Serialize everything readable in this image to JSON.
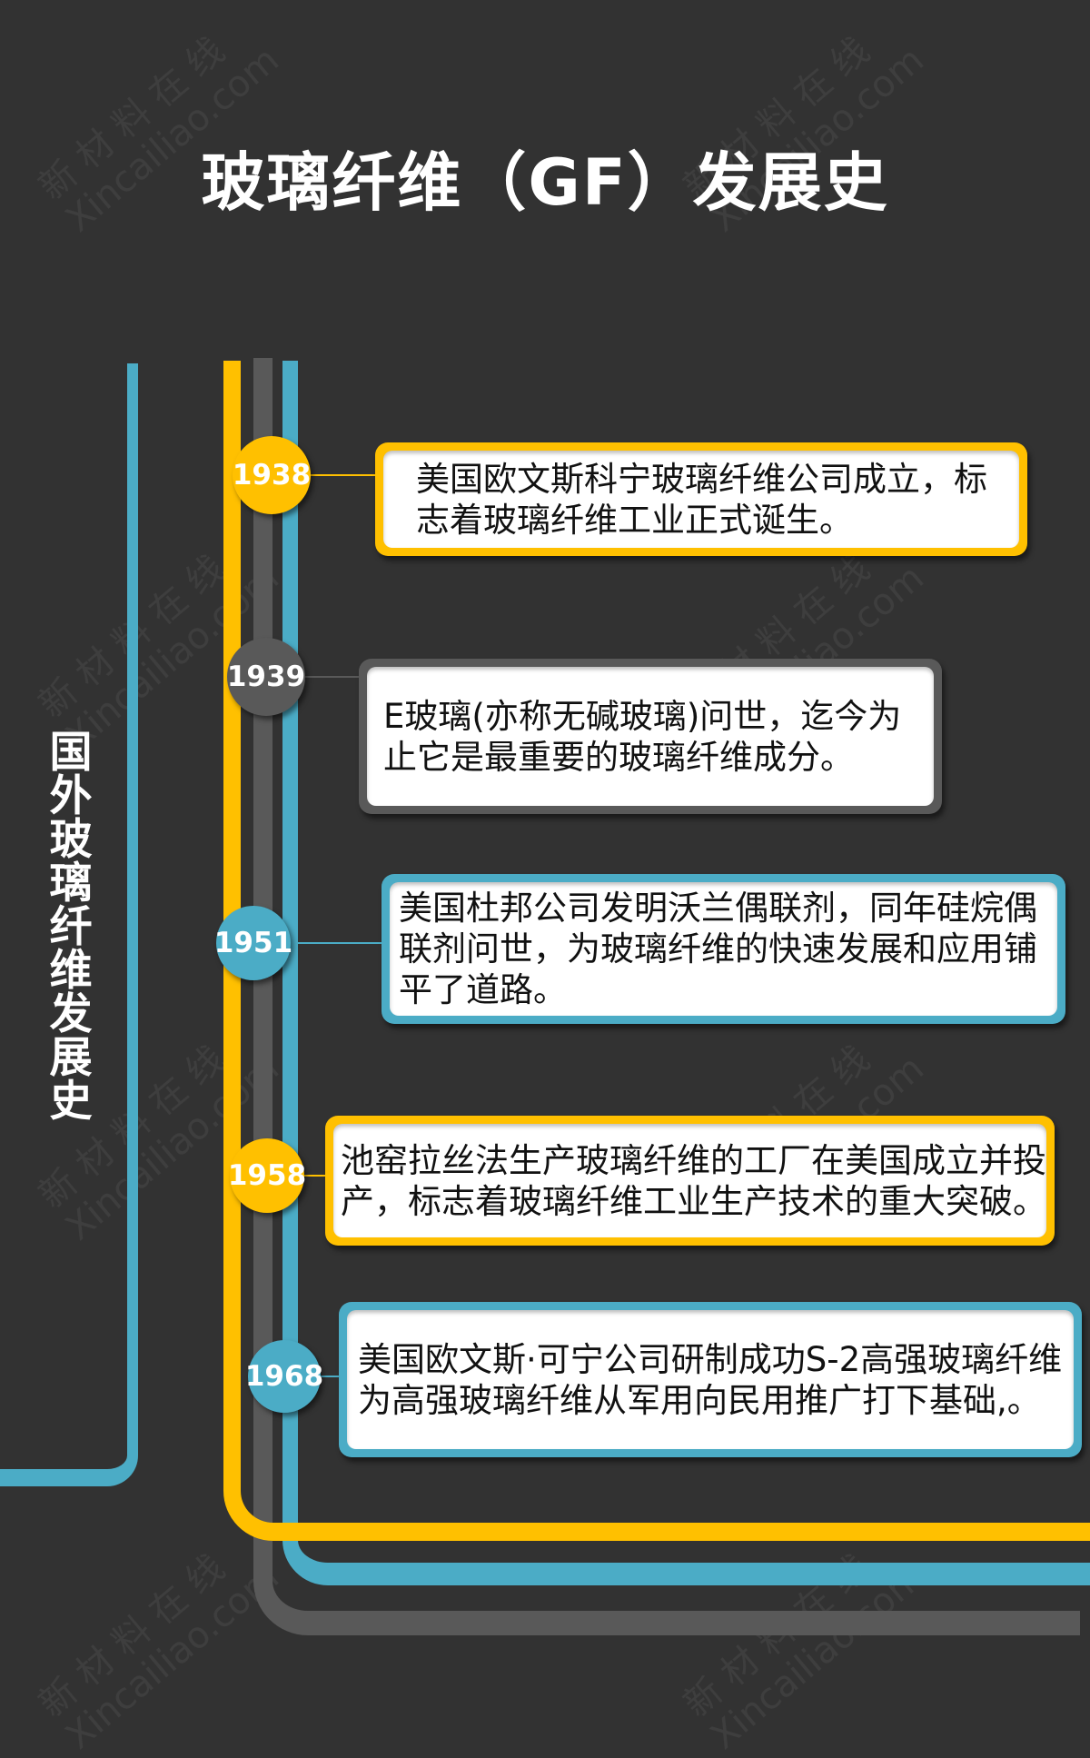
{
  "title": "玻璃纤维（GF）发展史",
  "side_title": "国外玻璃纤维发展史",
  "watermark": {
    "cn": "新 材 料 在 线",
    "en": "Xincailiao.com"
  },
  "colors": {
    "background": "#323232",
    "yellow": "#FFC000",
    "blue": "#4BACC6",
    "grey": "#595959"
  },
  "events": [
    {
      "year": "1938",
      "color": "yellow",
      "lines": [
        "美国欧文斯科宁玻璃纤维公司成立，标",
        "志着玻璃纤维工业正式诞生。"
      ]
    },
    {
      "year": "1939",
      "color": "grey",
      "lines": [
        "E玻璃(亦称无碱玻璃)问世，迄今为",
        "止它是最重要的玻璃纤维成分。"
      ]
    },
    {
      "year": "1951",
      "color": "blue",
      "lines": [
        "美国杜邦公司发明沃兰偶联剂，同年硅烷偶",
        "联剂问世，为玻璃纤维的快速发展和应用铺",
        "平了道路。"
      ]
    },
    {
      "year": "1958",
      "color": "yellow",
      "lines": [
        "池窑拉丝法生产玻璃纤维的工厂在美国成立并投",
        "产，标志着玻璃纤维工业生产技术的重大突破。"
      ]
    },
    {
      "year": "1968",
      "color": "blue",
      "lines": [
        "美国欧文斯·可宁公司研制成功S-2高强玻璃纤维",
        "为高强玻璃纤维从军用向民用推广打下基础,。"
      ]
    }
  ]
}
